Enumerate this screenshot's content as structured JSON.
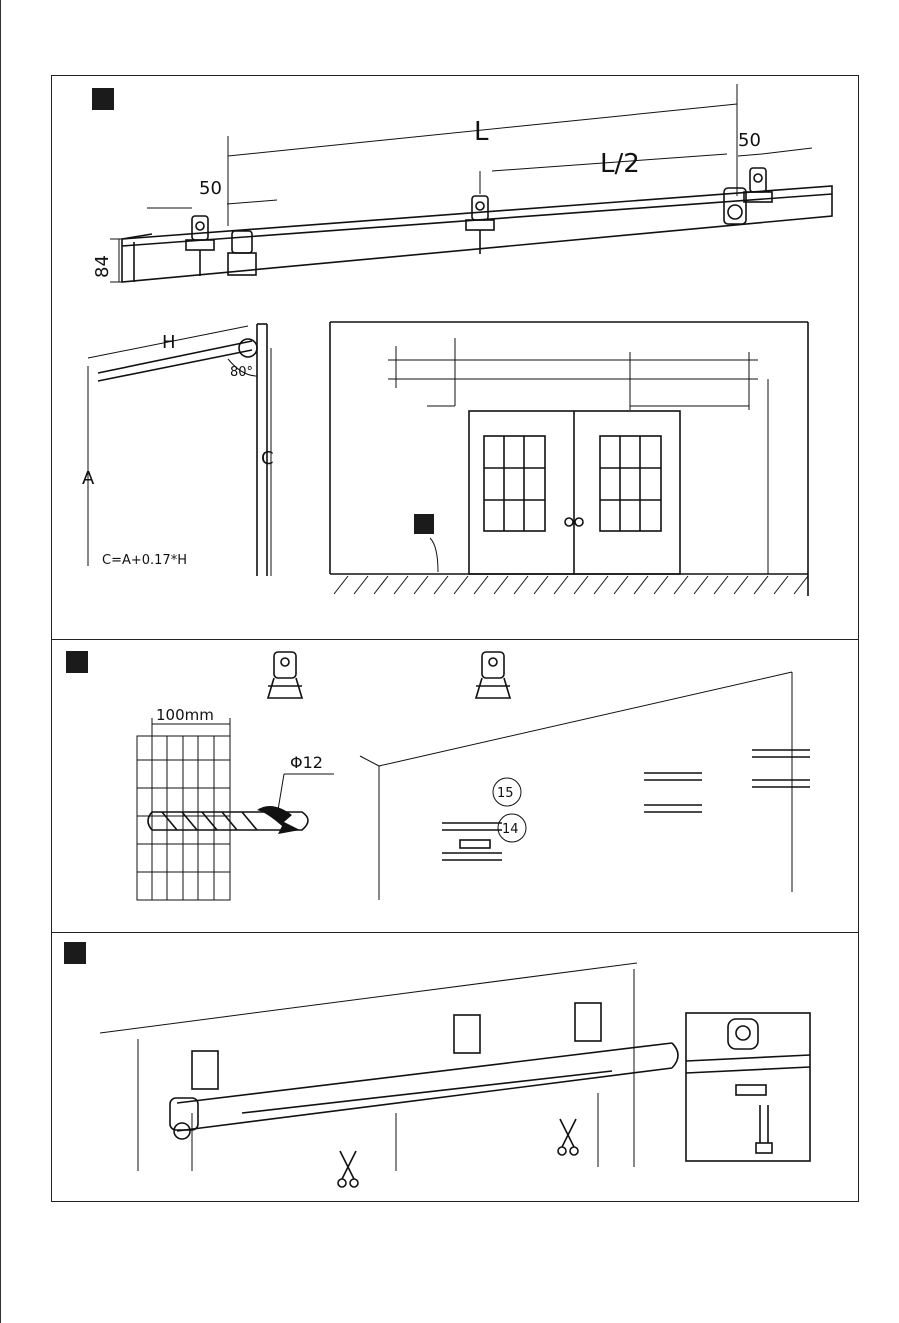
{
  "dimensions": {
    "rail_length": "L",
    "half_length": "L/2",
    "end_offset_left": "50",
    "end_offset_right": "50",
    "rail_height": "84",
    "arm_length": "H",
    "angle": "80°",
    "floor_height": "A",
    "bracket_height": "C",
    "formula": "C=A+0.17*H"
  },
  "drilling": {
    "brick_depth": "100mm",
    "drill_diameter": "Φ12",
    "part_labels": [
      "15",
      "14"
    ]
  }
}
